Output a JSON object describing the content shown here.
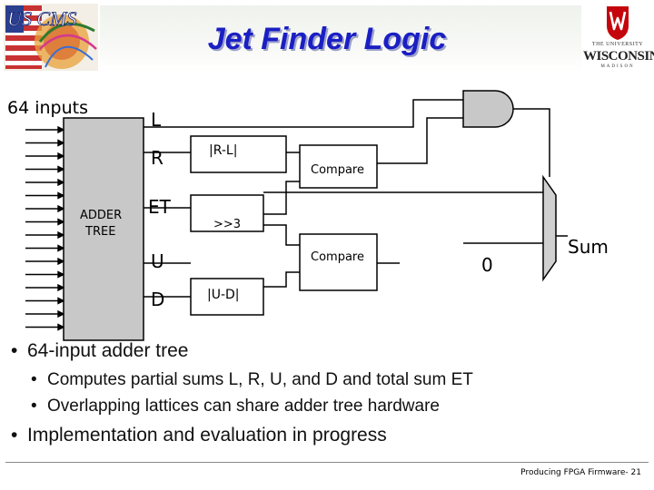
{
  "slide": {
    "title": "Jet Finder Logic",
    "logos": {
      "left": "US CMS",
      "right_line1": "THE UNIVERSITY",
      "right_line2": "WISCONSIN",
      "right_line3": "MADISON"
    }
  },
  "diagram": {
    "inputs_label": "64 inputs",
    "adder_label_1": "ADDER",
    "adder_label_2": "TREE",
    "outputs": [
      "L",
      "R",
      "ET",
      "U",
      "D"
    ],
    "abs_rl": "|R-L|",
    "shift": ">>3",
    "abs_ud": "|U-D|",
    "compare_top": "Compare",
    "compare_bottom": "Compare",
    "zero": "0",
    "sum": "Sum"
  },
  "bullets": {
    "main_1": "64-input adder tree",
    "sub_1": "Computes partial sums L, R, U, and D and total sum ET",
    "sub_2": "Overlapping lattices can share adder tree hardware",
    "main_2": "Implementation and evaluation in progress"
  },
  "footer": "Producing FPGA Firmware- 21"
}
